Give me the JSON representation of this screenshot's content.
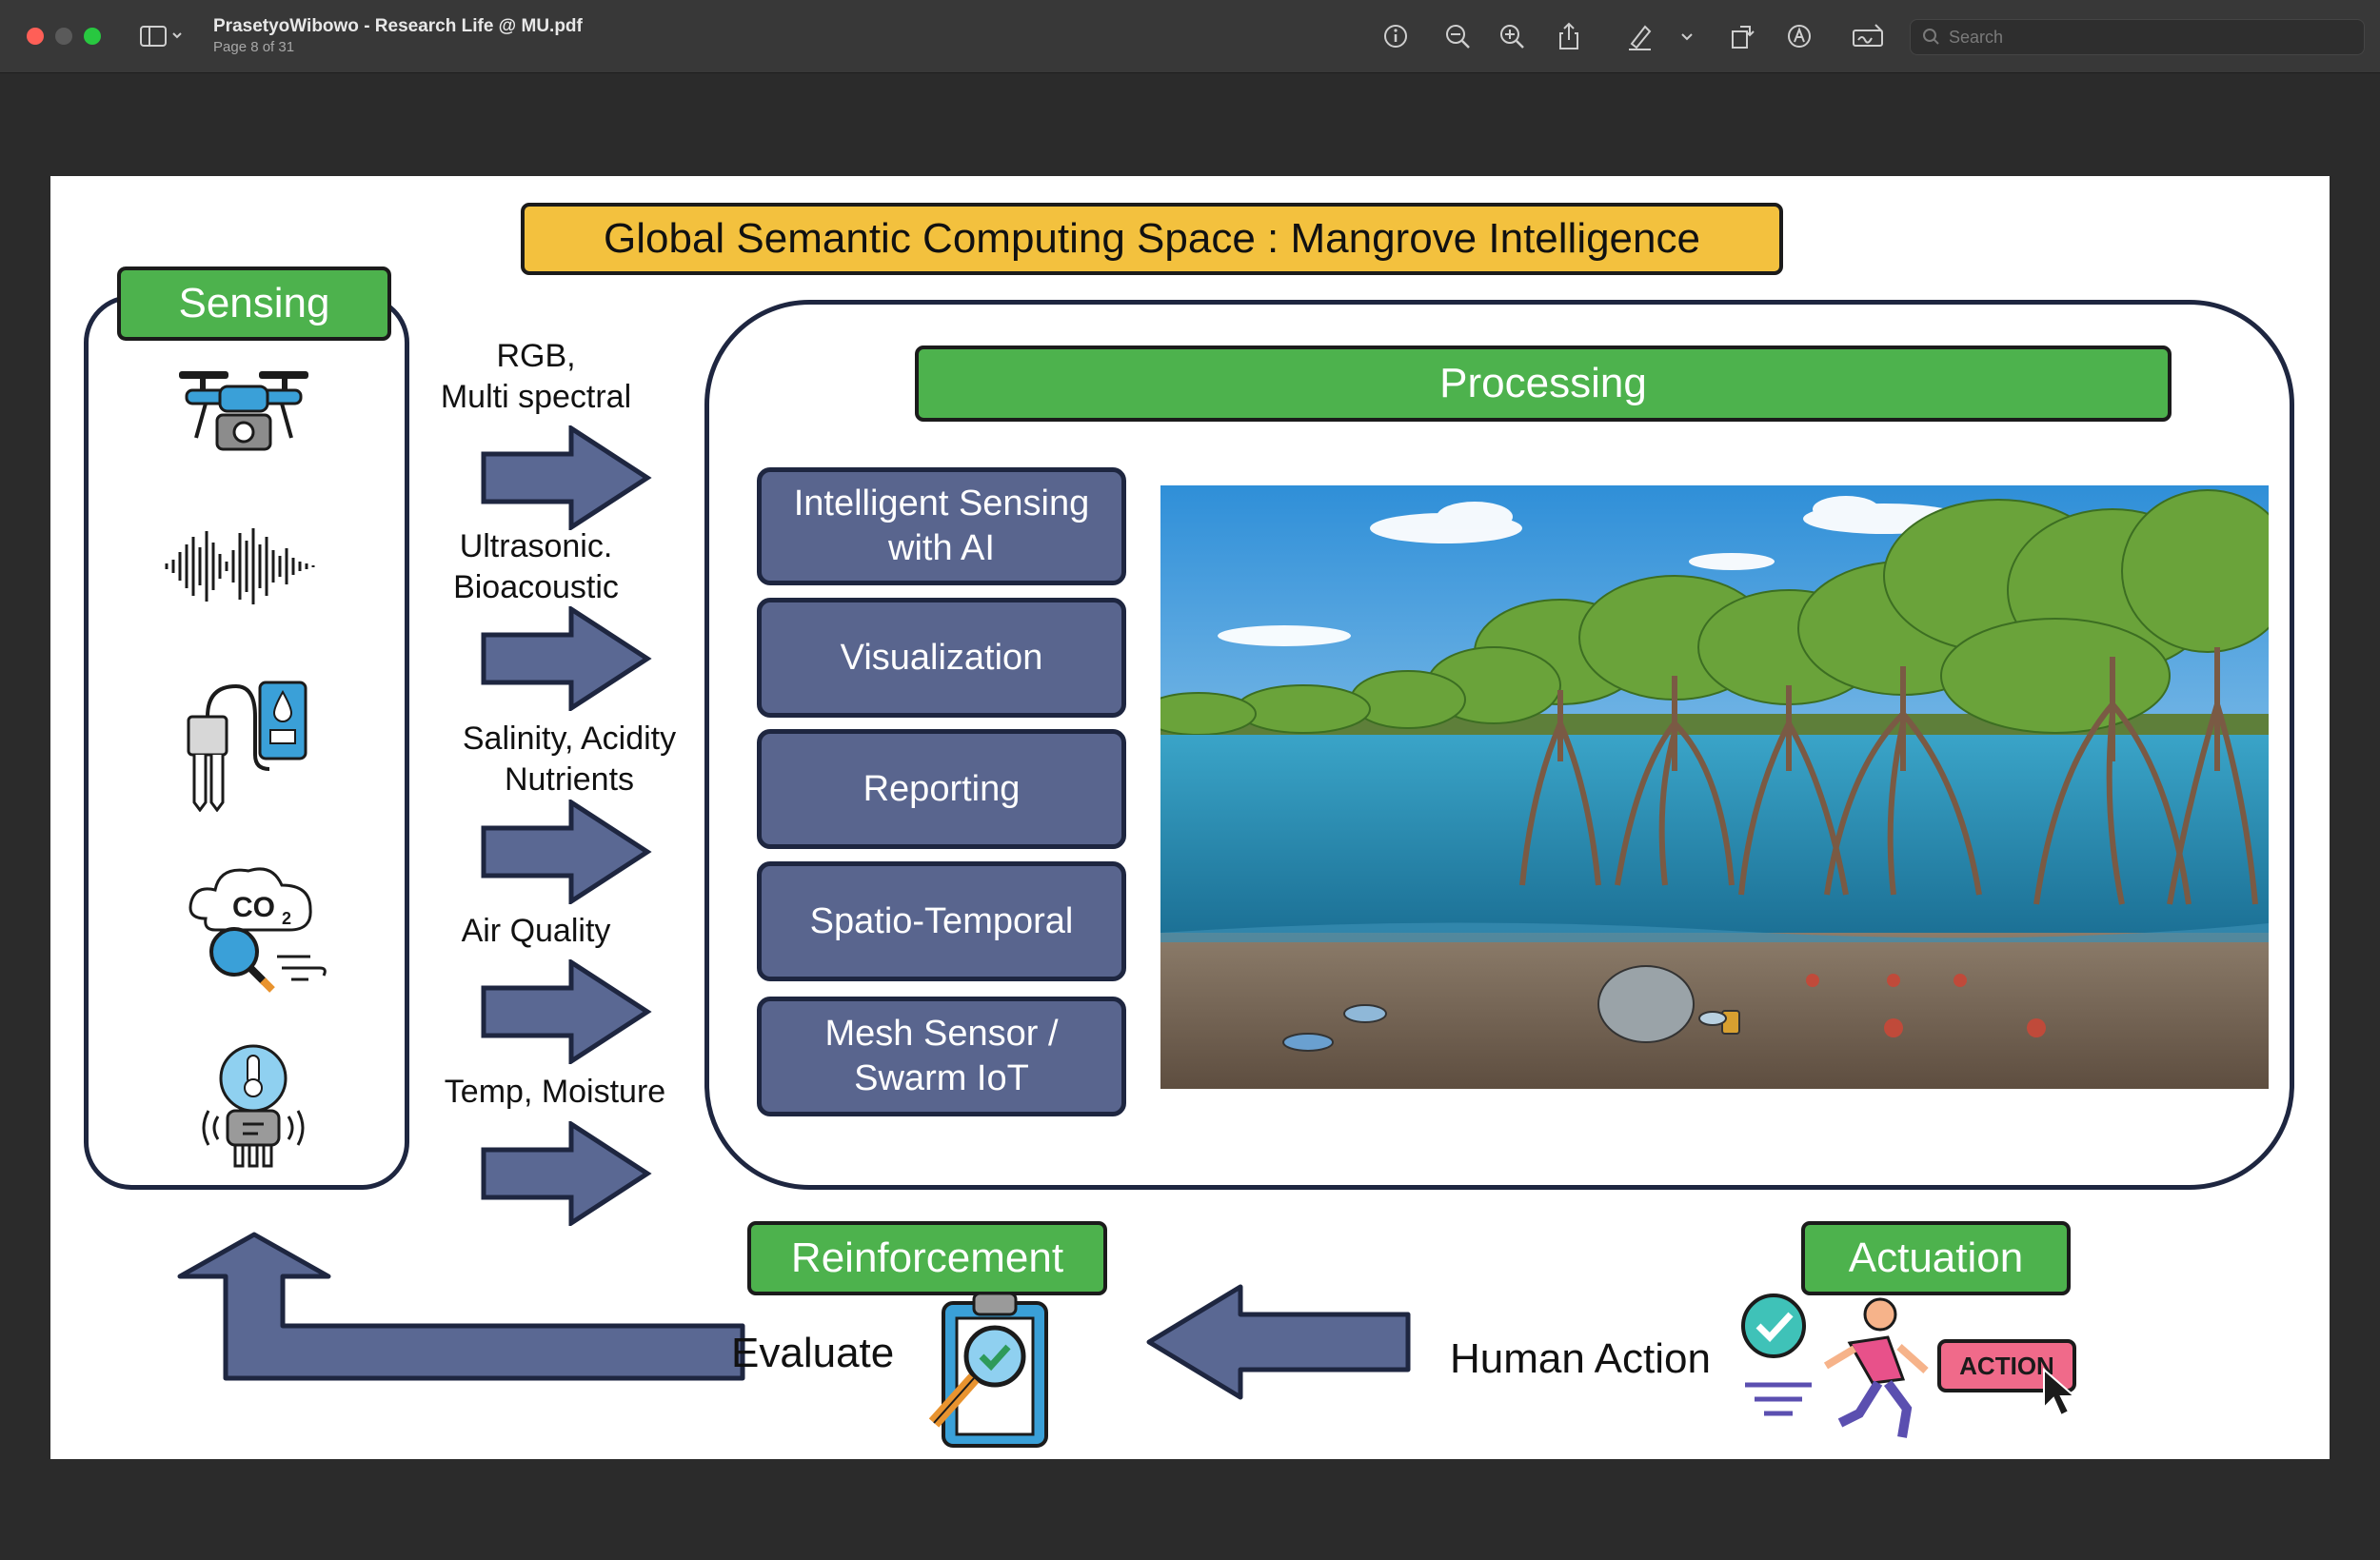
{
  "window": {
    "doc_title": "PrasetyoWibowo - Research Life @ MU.pdf",
    "page_indicator": "Page 8 of 31",
    "search_placeholder": "Search"
  },
  "toolbar": {
    "icons": [
      "sidebar-toggle-icon",
      "info-icon",
      "zoom-out-icon",
      "zoom-in-icon",
      "share-icon",
      "highlight-pen-icon",
      "chevron-down-icon",
      "rotate-icon",
      "markup-icon",
      "signature-icon",
      "search-icon"
    ]
  },
  "slide": {
    "title": "Global Semantic Computing Space : Mangrove Intelligence",
    "sensing": {
      "label": "Sensing",
      "sensors": [
        {
          "icon": "drone-icon",
          "data_label_lines": [
            "RGB,",
            "Multi spectral"
          ]
        },
        {
          "icon": "sound-wave-icon",
          "data_label_lines": [
            "Ultrasonic.",
            "Bioacoustic"
          ]
        },
        {
          "icon": "water-sensor-icon",
          "data_label_lines": [
            "Salinity, Acidity",
            "Nutrients"
          ]
        },
        {
          "icon": "co2-monitor-icon",
          "data_label_lines": [
            "Air Quality"
          ]
        },
        {
          "icon": "temperature-sensor-icon",
          "data_label_lines": [
            "Temp, Moisture"
          ]
        }
      ]
    },
    "processing": {
      "label": "Processing",
      "modules": [
        {
          "lines": [
            "Intelligent Sensing",
            "with AI"
          ]
        },
        {
          "lines": [
            "Visualization"
          ]
        },
        {
          "lines": [
            "Reporting"
          ]
        },
        {
          "lines": [
            "Spatio-Temporal"
          ]
        },
        {
          "lines": [
            "Mesh Sensor /",
            "Swarm IoT"
          ]
        }
      ],
      "illustration": "mangrove-scene-illustration"
    },
    "reinforcement": {
      "label": "Reinforcement",
      "text": "Evaluate",
      "icon": "evaluate-clipboard-icon"
    },
    "actuation": {
      "label": "Actuation",
      "text": "Human Action",
      "icon": "running-person-icon",
      "badge": "ACTION"
    }
  },
  "colors": {
    "title_fill": "#f3c13e",
    "green_label": "#4db24d",
    "module_fill": "#59658e",
    "arrow_fill": "#5a6893",
    "outline": "#1e2640"
  }
}
